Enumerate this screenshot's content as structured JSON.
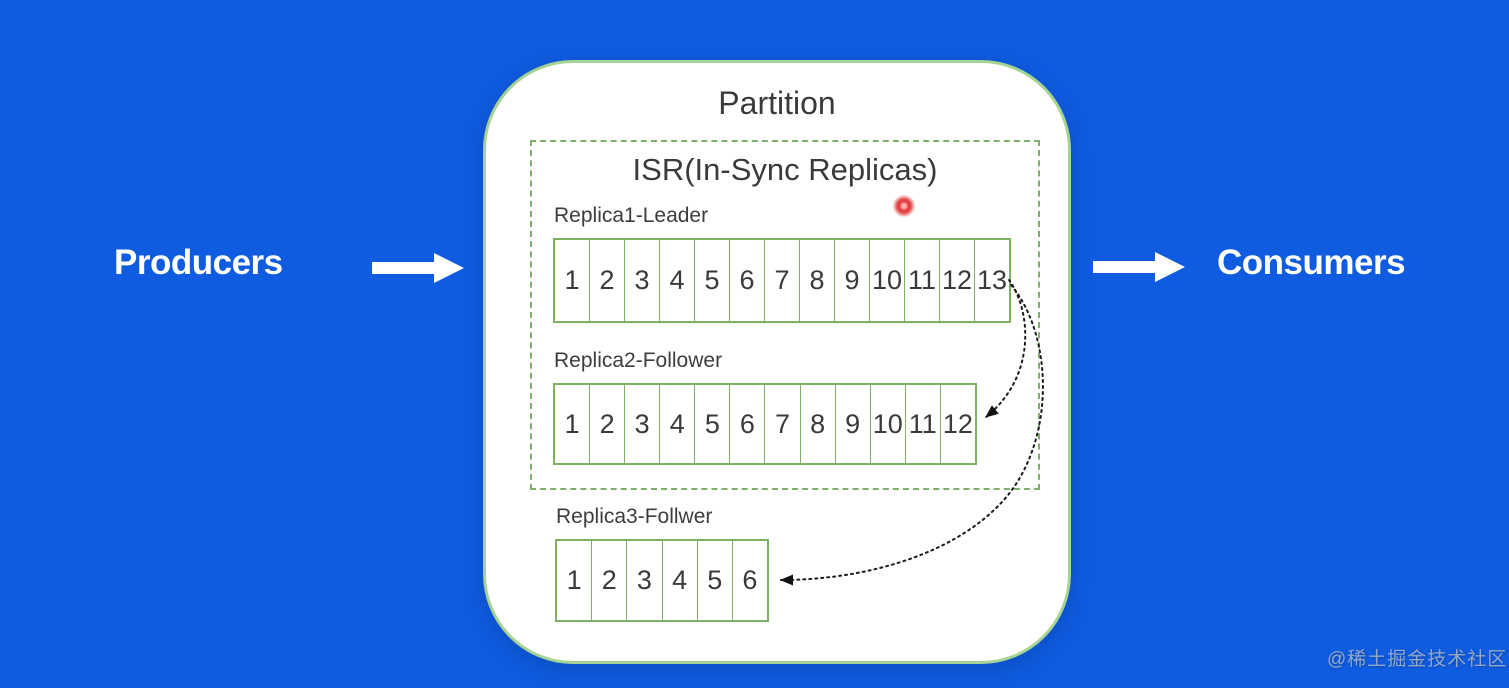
{
  "labels": {
    "producers": "Producers",
    "consumers": "Consumers",
    "watermark": "@稀土掘金技术社区"
  },
  "partition": {
    "title": "Partition",
    "isr_title": "ISR(In-Sync Replicas)",
    "replicas": [
      {
        "label": "Replica1-Leader",
        "cells": [
          "1",
          "2",
          "3",
          "4",
          "5",
          "6",
          "7",
          "8",
          "9",
          "10",
          "11",
          "12",
          "13"
        ]
      },
      {
        "label": "Replica2-Follower",
        "cells": [
          "1",
          "2",
          "3",
          "4",
          "5",
          "6",
          "7",
          "8",
          "9",
          "10",
          "11",
          "12"
        ]
      },
      {
        "label": "Replica3-Follwer",
        "cells": [
          "1",
          "2",
          "3",
          "4",
          "5",
          "6"
        ]
      }
    ]
  },
  "colors": {
    "background": "#0f5ce0",
    "panel_border": "#a6d394",
    "dashed_border": "#7fae6b",
    "cell_border": "#7cb264",
    "ink": "#3a3a3a",
    "label_ink": "#3d3d3d",
    "flow_arrow": "#ffffff",
    "sync_arrow": "#1a1a1a",
    "laser_dot": "#e03a3a",
    "watermark": "#a9b4c4"
  }
}
